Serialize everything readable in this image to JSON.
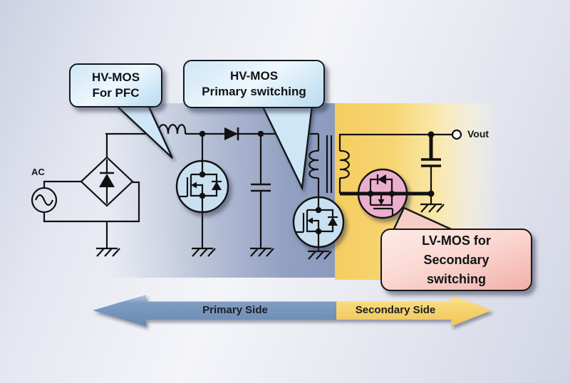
{
  "callouts": {
    "pfc": {
      "line1": "HV-MOS",
      "line2": "For PFC"
    },
    "primary_switching": {
      "line1": "HV-MOS",
      "line2": "Primary switching"
    },
    "secondary_switching": {
      "line1": "LV-MOS for",
      "line2": "Secondary",
      "line3": "switching"
    }
  },
  "labels": {
    "ac_source": "AC",
    "output": "Vout",
    "primary_side": "Primary Side",
    "secondary_side": "Secondary Side"
  },
  "colors": {
    "primary_panel": "#8c9bbe",
    "secondary_panel": "#f5cd5f",
    "primary_arrow": "#7f9cc2",
    "secondary_arrow": "#f8d876",
    "hv_mos_fill": "#c9e0f1",
    "lv_mos_fill": "#ecaecd",
    "hv_callout_tail": "#cfe6f6",
    "lv_callout_tail": "#f8cdc6",
    "wire": "#111111"
  }
}
